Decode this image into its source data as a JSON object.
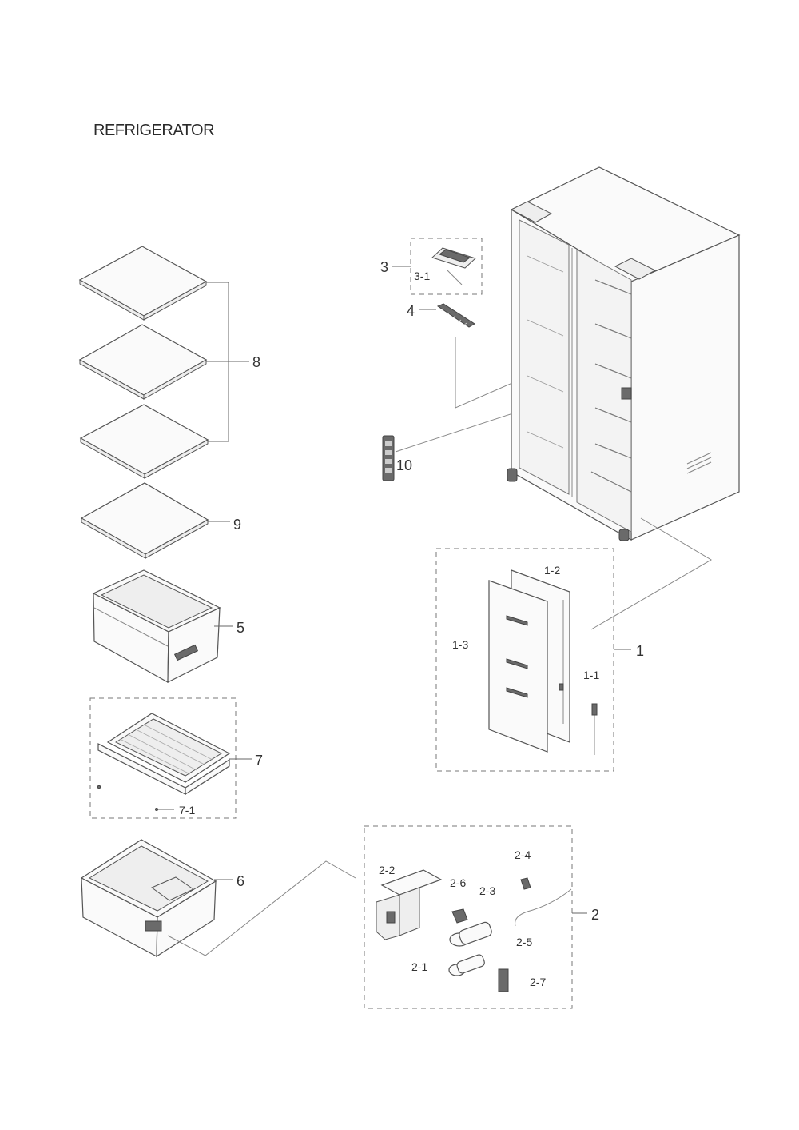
{
  "title": "REFRIGERATOR",
  "callouts": {
    "c1": "1",
    "c1_1": "1-1",
    "c1_2": "1-2",
    "c1_3": "1-3",
    "c2": "2",
    "c2_1": "2-1",
    "c2_2": "2-2",
    "c2_3": "2-3",
    "c2_4": "2-4",
    "c2_5": "2-5",
    "c2_6": "2-6",
    "c2_7": "2-7",
    "c3": "3",
    "c3_1": "3-1",
    "c4": "4",
    "c5": "5",
    "c6": "6",
    "c7": "7",
    "c7_1": "7-1",
    "c8": "8",
    "c9": "9",
    "c10": "10"
  }
}
